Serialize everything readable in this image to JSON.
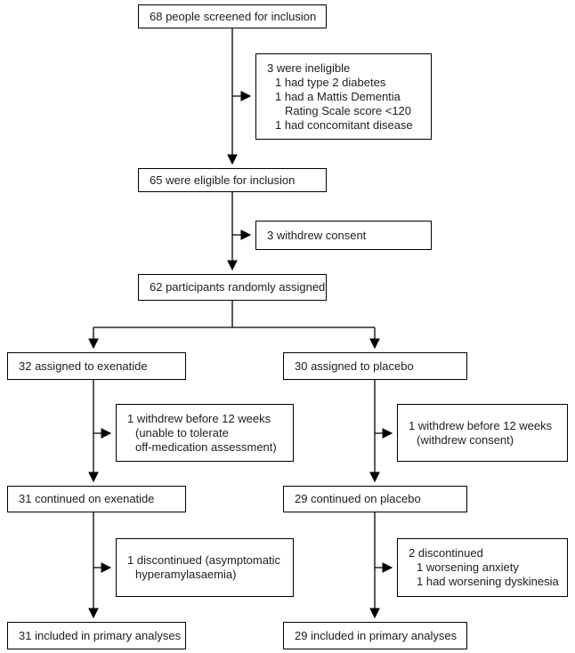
{
  "diagram": {
    "type": "consort-flowchart",
    "colors": {
      "box_border": "#000000",
      "text": "#1d1d1b",
      "background": "#ffffff",
      "connector": "#000000"
    },
    "boxes": {
      "screened": {
        "text": "68 people screened for inclusion"
      },
      "ineligible": {
        "lines": [
          "3 were ineligible",
          "1 had type 2 diabetes",
          "1 had a Mattis Dementia",
          "Rating Scale score <120",
          "1 had concomitant disease"
        ]
      },
      "eligible": {
        "text": "65 were eligible for inclusion"
      },
      "withdrew_consent": {
        "text": "3 withdrew consent"
      },
      "randomized": {
        "text": "62 participants randomly assigned"
      },
      "assigned_exenatide": {
        "text": "32 assigned to exenatide"
      },
      "assigned_placebo": {
        "text": "30 assigned to placebo"
      },
      "withdrew_exenatide": {
        "lines": [
          "1 withdrew before 12 weeks",
          "(unable to tolerate",
          "off-medication assessment)"
        ]
      },
      "withdrew_placebo": {
        "lines": [
          "1 withdrew before 12 weeks",
          "(withdrew consent)"
        ]
      },
      "continued_exenatide": {
        "text": "31 continued on exenatide"
      },
      "continued_placebo": {
        "text": "29 continued on placebo"
      },
      "discontinued_exenatide": {
        "lines": [
          "1 discontinued (asymptomatic",
          "hyperamylasaemia)"
        ]
      },
      "discontinued_placebo": {
        "lines": [
          "2 discontinued",
          "1 worsening anxiety",
          "1 had worsening dyskinesia"
        ]
      },
      "included_exenatide": {
        "text": "31 included in primary analyses"
      },
      "included_placebo": {
        "text": "29 included in primary analyses"
      }
    }
  }
}
